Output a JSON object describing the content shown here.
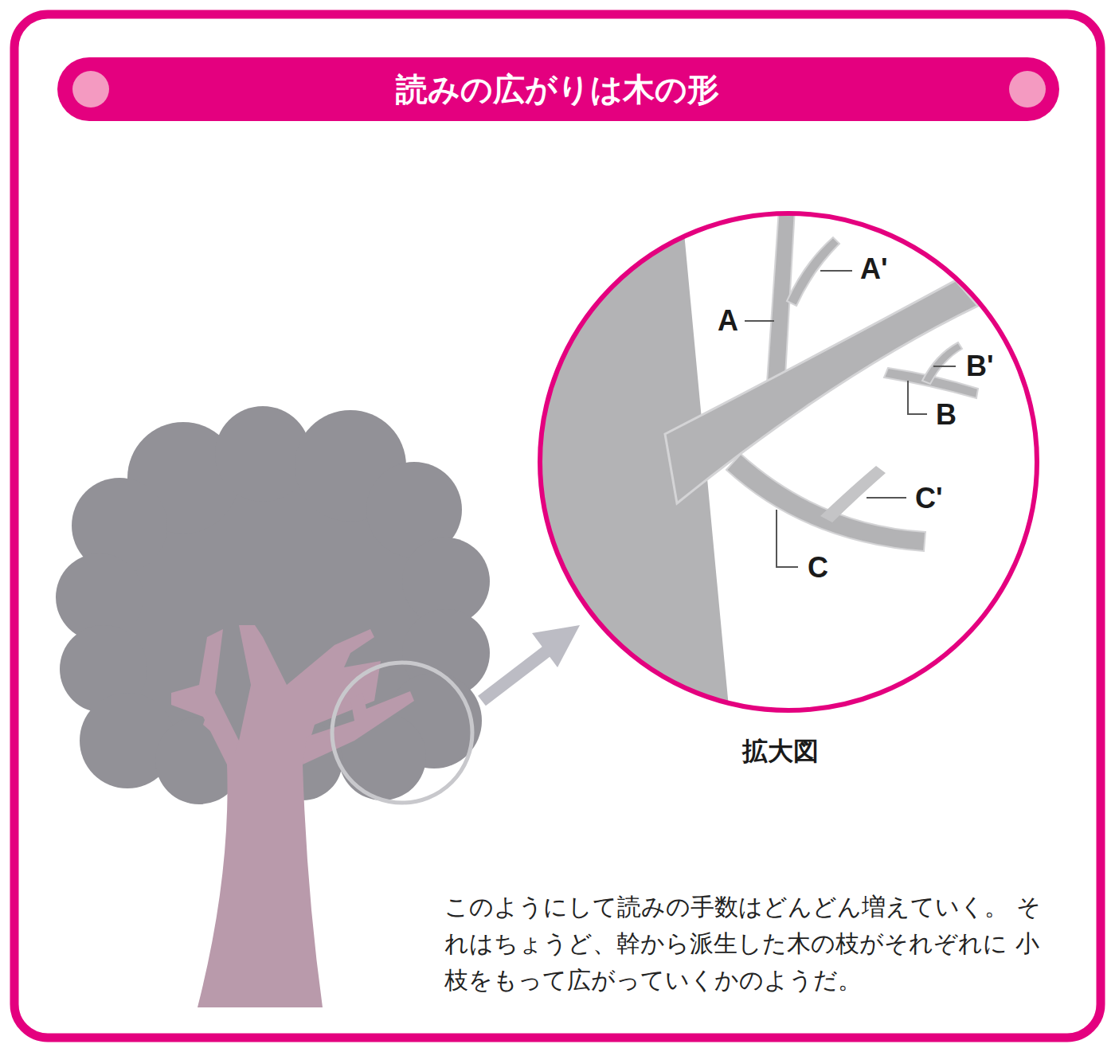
{
  "diagram": {
    "title": "読みの広がりは木の形",
    "caption": "このようにして読みの手数はどんどん増えていく。 それはちょうど、幹から派生した木の枝がそれぞれに 小枝をもって広がっていくかのようだ。",
    "labels": [
      "A'",
      "A",
      "B'",
      "B",
      "C'",
      "C",
      "拡大図"
    ]
  }
}
